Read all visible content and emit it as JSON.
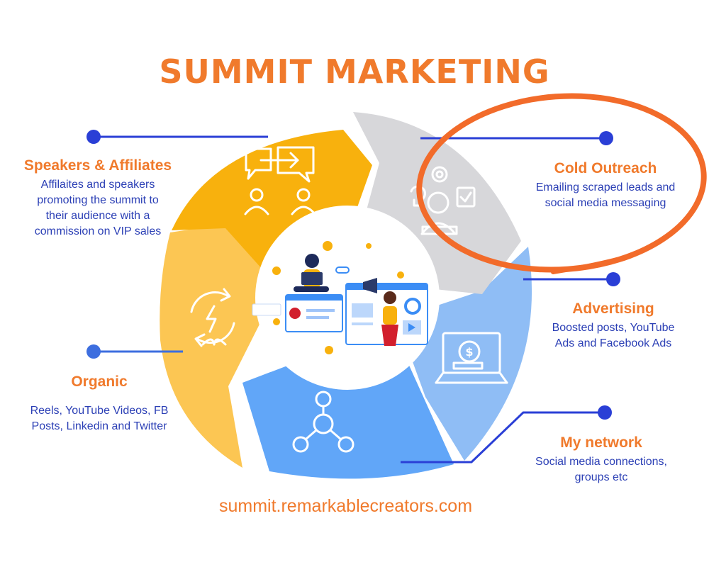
{
  "title": "SUMMIT MARKETING",
  "url": "summit.remarkablecreators.com",
  "colors": {
    "accent_orange": "#f07a2c",
    "text_blue": "#2b3fb5",
    "connector_blue": "#2a3fd6",
    "segment_yellow": "#f8b10d",
    "segment_light_yellow": "#fcc653",
    "segment_gray": "#d7d7da",
    "segment_light_blue": "#8fbdf5",
    "segment_blue": "#61a6f8"
  },
  "sections": {
    "speakers": {
      "heading": "Speakers & Affiliates",
      "description": [
        "Affilaites and speakers",
        "promoting the summit to",
        "their audience with a",
        "commission on VIP sales"
      ],
      "icon": "conversation-icon"
    },
    "cold_outreach": {
      "heading": "Cold Outreach",
      "description": [
        "Emailing scraped leads and",
        "social media messaging"
      ],
      "icon": "idea-person-icon"
    },
    "advertising": {
      "heading": "Advertising",
      "description": [
        "Boosted posts, YouTube",
        "Ads and Facebook Ads"
      ],
      "icon": "laptop-money-icon"
    },
    "organic": {
      "heading": "Organic",
      "description": [
        "Reels, YouTube Videos, FB",
        "Posts, Linkedin and Twitter"
      ],
      "icon": "sustainability-icon"
    },
    "network": {
      "heading": "My network",
      "description": [
        "Social media connections,",
        "groups etc"
      ],
      "icon": "network-icon"
    }
  }
}
